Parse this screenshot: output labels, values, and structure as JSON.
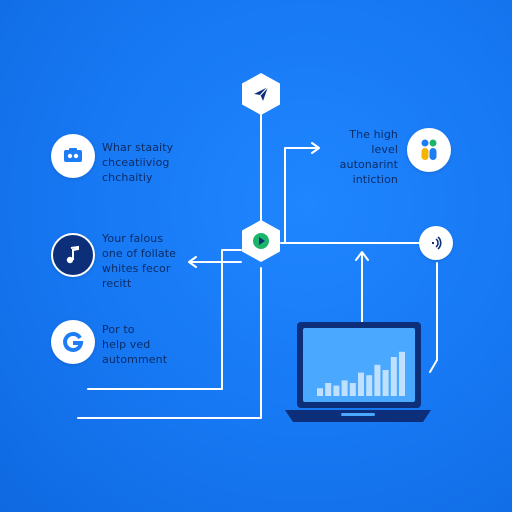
{
  "colors": {
    "background": "#1677f2",
    "line": "#ffffff",
    "text": "#0c2c66",
    "icon_dark": "#0d2f7a",
    "icon_blue": "#1e7df5",
    "icon_green": "#1bb56a",
    "laptop_body": "#0d2f7a",
    "laptop_screen": "#4aa8ff"
  },
  "nodes": [
    {
      "id": "top-hex",
      "icon": "paper-plane-icon"
    },
    {
      "id": "center-hex",
      "icon": "play-icon"
    },
    {
      "id": "left-1",
      "icon": "photo-icon",
      "text": "Whar staaity\nchceatiiviog\nchchaitiy"
    },
    {
      "id": "left-2",
      "icon": "music-note-icon",
      "text": "Your falous\none of follate\nwhites fecor\nrecitt"
    },
    {
      "id": "left-3",
      "icon": "g-logo-icon",
      "text": "Por to\nhelp ved\nautomment"
    },
    {
      "id": "right-1",
      "icon": "people-icon",
      "text": "The high\nlevel\nautonarint\nintiction"
    },
    {
      "id": "right-2",
      "icon": "sound-wave-icon"
    }
  ],
  "laptop": {
    "icon": "laptop-icon",
    "chart_levels": [
      0.15,
      0.25,
      0.2,
      0.3,
      0.25,
      0.45,
      0.4,
      0.6,
      0.5,
      0.75,
      0.85
    ]
  }
}
